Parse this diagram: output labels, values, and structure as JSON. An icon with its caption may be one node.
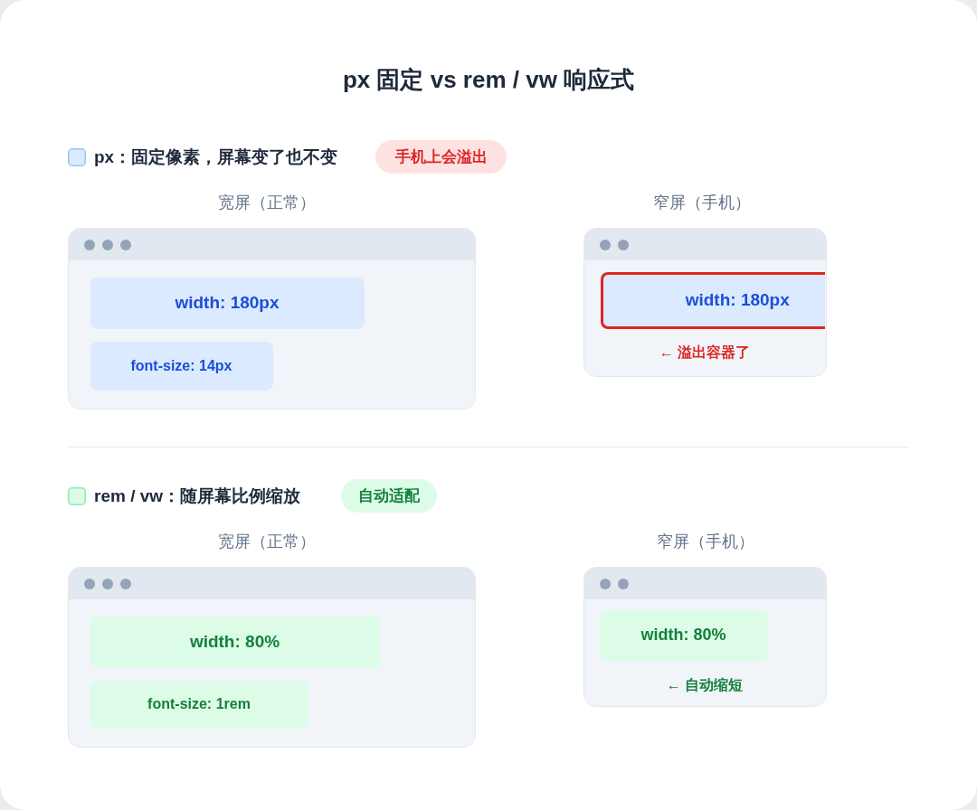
{
  "diagram": {
    "title": "px 固定 vs rem / vw 响应式",
    "nodes": [
      {
        "text": [
          "手机上会溢出"
        ]
      },
      {
        "text": [
          "宽屏（正常）"
        ]
      },
      {
        "text": [
          "width: 180px"
        ],
        "in": 1
      },
      {
        "text": [
          "font-size: 14px"
        ],
        "in": 1
      },
      {
        "text": [
          "窄屏（手机）",
          "← 溢出容器了"
        ]
      },
      {
        "text": [
          "width: 180px"
        ],
        "in": 4
      },
      {
        "text": [
          "自动适配"
        ]
      },
      {
        "text": [
          "宽屏（正常）"
        ]
      },
      {
        "text": [
          "width: 80%"
        ],
        "in": 7
      },
      {
        "text": [
          "font-size: 1rem"
        ],
        "in": 7
      },
      {
        "text": [
          "窄屏（手机）",
          "← 自动缩短"
        ]
      },
      {
        "text": [
          "width: 80%"
        ],
        "in": 10
      }
    ],
    "legend": [
      {
        "text": "px：固定像素，屏幕变了也不变",
        "color": "#dbeafe"
      },
      {
        "text": "rem / vw：随屏幕比例缩放",
        "color": "#dcfce7"
      }
    ]
  }
}
